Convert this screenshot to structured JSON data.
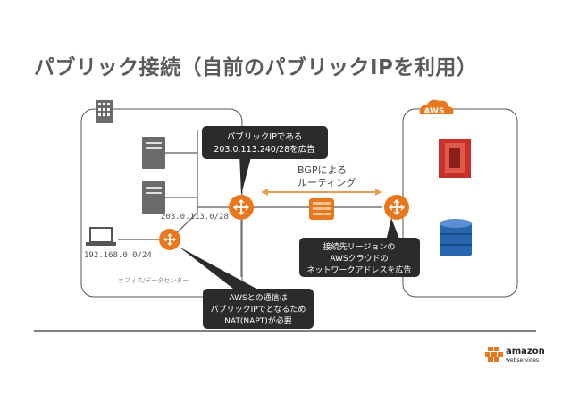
{
  "title": "パブリック接続（自前のパブリックIPを利用）",
  "datacenter": {
    "label": "オフィス/データセンター",
    "subnet_public": "203.0.113.0/28",
    "subnet_private": "192.168.0.0/24"
  },
  "routing": {
    "label_line1": "BGPによる",
    "label_line2": "ルーティング"
  },
  "callouts": {
    "advertise": {
      "line1": "パブリックIPである",
      "line2": "203.0.113.240/28を広告"
    },
    "nat": {
      "line1": "AWSとの通信は",
      "line2": "パブリックIPでとなるため",
      "line3": "NAT(NAPT)が必要"
    },
    "aws_advertise": {
      "line1": "接続先リージョンの",
      "line2": "AWSクラウドの",
      "line3": "ネットワークアドレスを広告"
    }
  },
  "aws_cloud": {
    "badge": "AWS"
  },
  "footer": {
    "brand_line1": "amazon",
    "brand_line2": "webservices"
  },
  "colors": {
    "router_orange": "#e8771e",
    "callout_bg": "#2b2b2b",
    "routing_line": "#e8a050",
    "aws_orange": "#e8771e",
    "s3_red": "#c9302c",
    "dynamo_blue": "#2a66b0"
  }
}
